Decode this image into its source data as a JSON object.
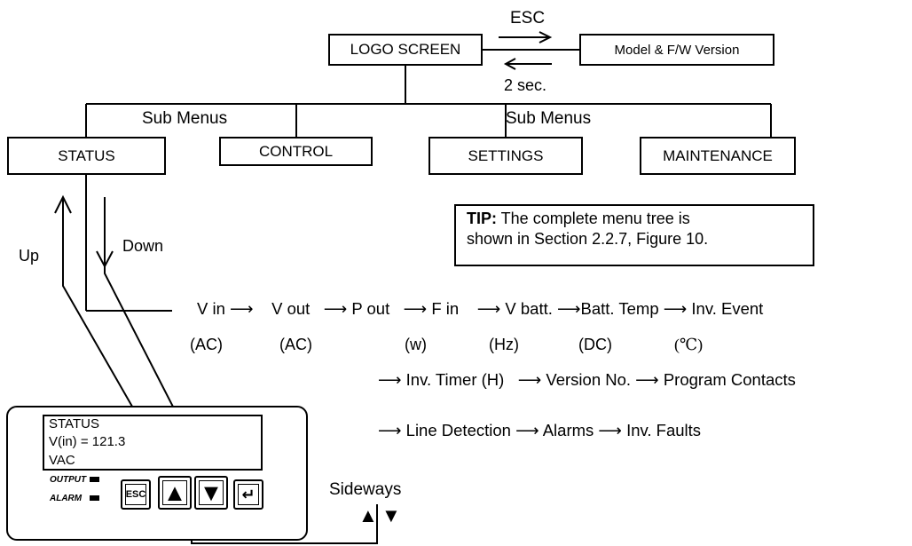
{
  "top": {
    "logo_screen": "LOGO SCREEN",
    "model_version": "Model & F/W Version",
    "esc_label": "ESC",
    "two_sec_label": "2 sec."
  },
  "sub_menus_label": "Sub Menus",
  "menus": {
    "status": "STATUS",
    "control": "CONTROL",
    "settings": "SETTINGS",
    "maintenance": "MAINTENANCE"
  },
  "tip": {
    "prefix": "TIP:",
    "line1": " The complete menu tree is",
    "line2": "shown in Section 2.2.7, Figure 10."
  },
  "nav": {
    "up": "Up",
    "down": "Down",
    "sideways": "Sideways"
  },
  "sequence": {
    "row1": "V in ⟶    V out   ⟶ P out   ⟶ F in    ⟶ V batt. ⟶Batt. Temp ⟶ Inv. Event",
    "units": [
      "(AC)",
      "(AC)",
      "(w)",
      "(Hz)",
      "(DC)",
      "(℃)"
    ],
    "row3": "⟶ Inv. Timer (H)   ⟶ Version No. ⟶ Program Contacts",
    "row4": "⟶ Line Detection ⟶ Alarms ⟶ Inv. Faults"
  },
  "panel": {
    "lcd_line1": "STATUS",
    "lcd_line2": "V(in) = 121.3",
    "lcd_line3": "VAC",
    "output_label": "OUTPUT",
    "alarm_label": "ALARM",
    "esc_key": "ESC",
    "up_key_icon": "▲",
    "down_key_icon": "▼",
    "enter_key_icon": "↵"
  },
  "sideways_icons": {
    "up": "▲",
    "down": "▼"
  }
}
